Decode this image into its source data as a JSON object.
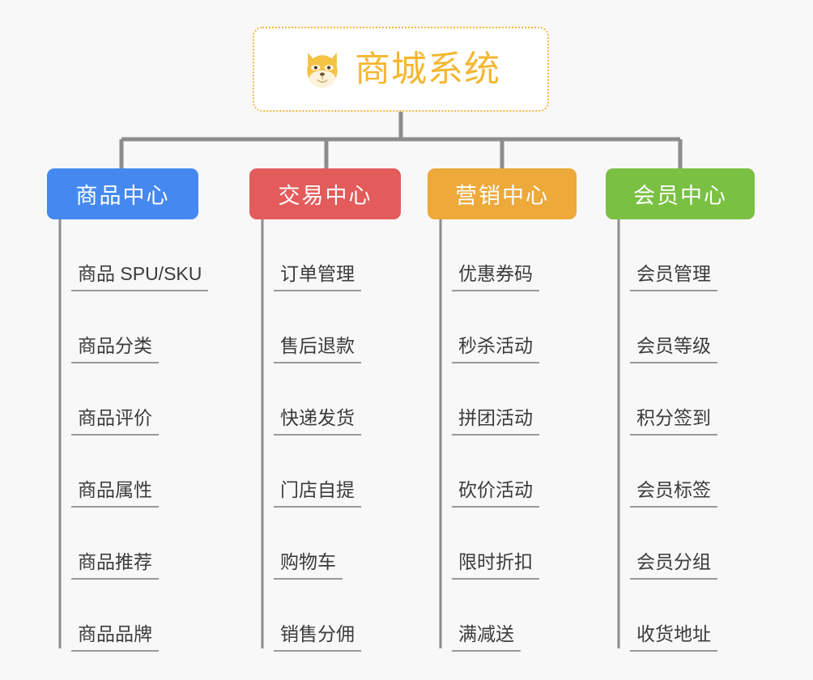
{
  "page": {
    "background_color": "#f8f8f8",
    "title": "商城系统"
  },
  "root": {
    "label": "商城系统",
    "icon": "dog-face-icon",
    "text_color": "#f4b731",
    "border_color": "#f0b544",
    "background_color": "#ffffff"
  },
  "columns": [
    {
      "header": "商品中心",
      "color": "#4589f0",
      "items": [
        "商品 SPU/SKU",
        "商品分类",
        "商品评价",
        "商品属性",
        "商品推荐",
        "商品品牌"
      ]
    },
    {
      "header": "交易中心",
      "color": "#e35b5b",
      "items": [
        "订单管理",
        "售后退款",
        "快递发货",
        "门店自提",
        "购物车",
        "销售分佣"
      ]
    },
    {
      "header": "营销中心",
      "color": "#eda93a",
      "items": [
        "优惠券码",
        "秒杀活动",
        "拼团活动",
        "砍价活动",
        "限时折扣",
        "满减送"
      ]
    },
    {
      "header": "会员中心",
      "color": "#7ac043",
      "items": [
        "会员管理",
        "会员等级",
        "积分签到",
        "会员标签",
        "会员分组",
        "收货地址"
      ]
    }
  ],
  "connector": {
    "color": "#8c8c8c",
    "item_line_color": "#9a9a9a"
  }
}
